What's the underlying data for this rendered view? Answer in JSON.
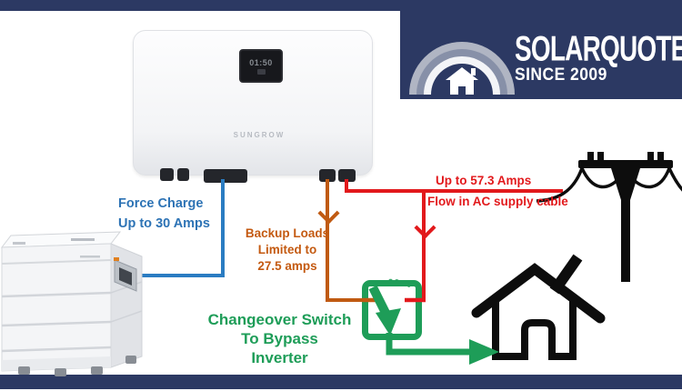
{
  "colors": {
    "navy": "#2c3963",
    "blue": "#2a7cc2",
    "text_blue": "#2d73b5",
    "orange": "#c05a12",
    "text_orange": "#c45a11",
    "red": "#e2191c",
    "green": "#1e9d58",
    "icon_black": "#0d0d0d"
  },
  "logo": {
    "title": "SOLARQUOTES",
    "subtitle": "SINCE 2009",
    "icon": "house-arch-icon"
  },
  "inverter": {
    "brand": "SUNGROW",
    "display": "01:50"
  },
  "labels": {
    "force_charge": [
      "Force Charge",
      "Up to 30 Amps"
    ],
    "backup_loads": [
      "Backup Loads",
      "Limited to",
      "27.5 amps"
    ],
    "ac_supply": [
      "Up to 57.3 Amps",
      "Flow in AC supply cable"
    ],
    "changeover": [
      "Changeover Switch",
      "To Bypass",
      "Inverter"
    ]
  },
  "icons": {
    "grid": "power-pole-icon",
    "home": "house-icon",
    "battery": "battery-image",
    "switch": "changeover-switch-icon"
  }
}
